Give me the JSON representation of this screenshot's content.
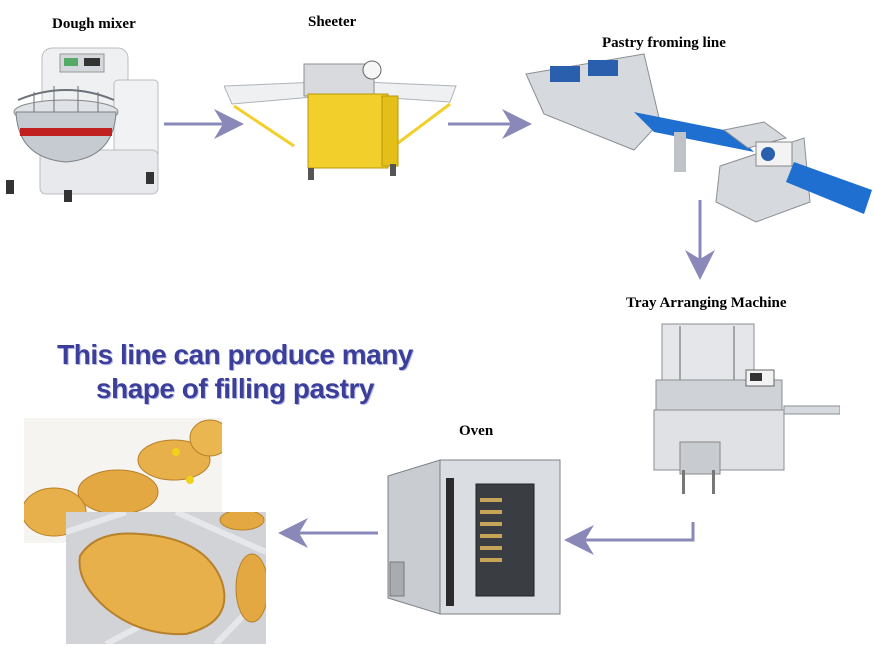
{
  "stations": {
    "dough_mixer": "Dough mixer",
    "sheeter": "Sheeter",
    "pastry_forming_line": "Pastry froming line",
    "tray_arranging_machine": "Tray Arranging Machine",
    "oven": "Oven"
  },
  "headline": {
    "line1": "This line can produce many",
    "line2": "shape of filling pastry"
  },
  "colors": {
    "arrow": "#8a88b8",
    "headline": "#3b3f9a",
    "steel": "#c9ccd1",
    "sheeter_yellow": "#f2cf2a",
    "conveyor_blue": "#1f6fd1",
    "pastry": "#e7b04a"
  }
}
